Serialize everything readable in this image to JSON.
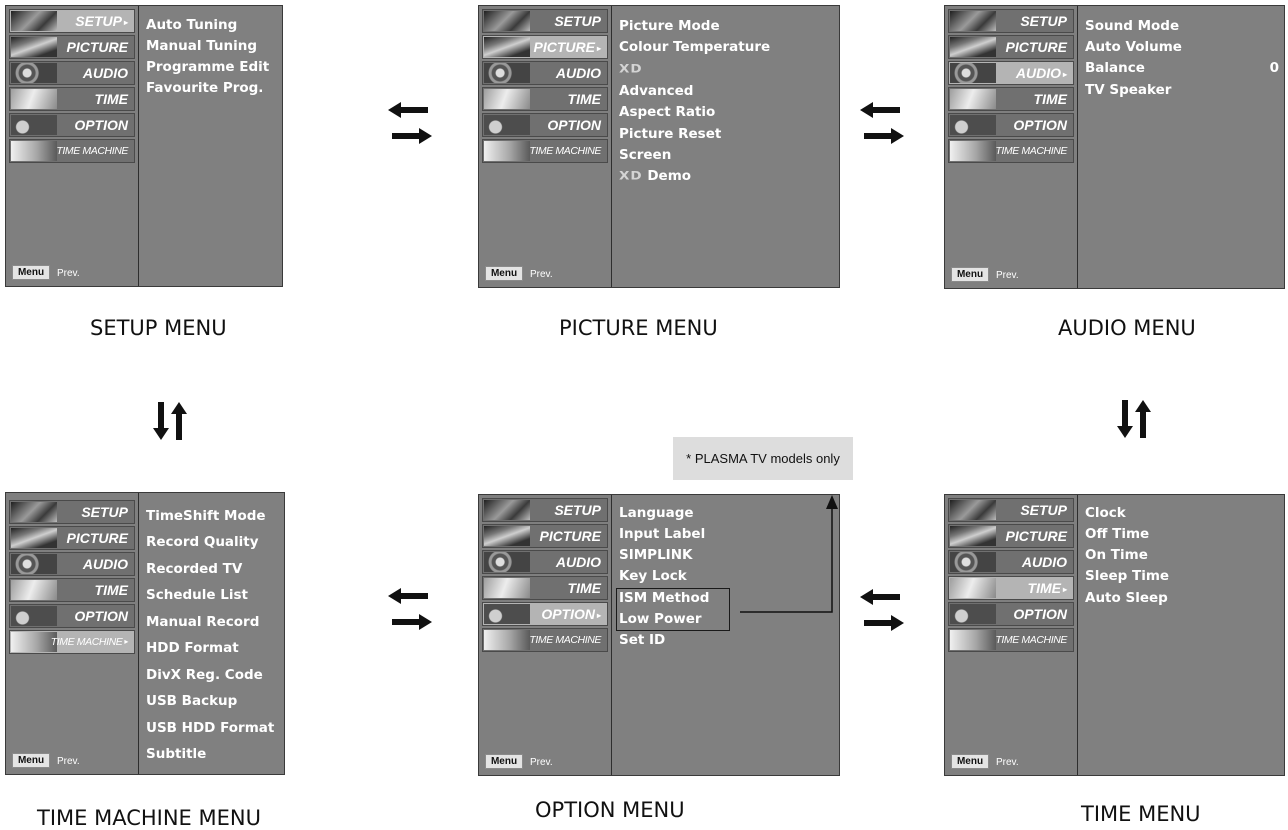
{
  "sidebar_labels": {
    "setup": "SETUP",
    "picture": "PICTURE",
    "audio": "AUDIO",
    "time": "TIME",
    "option": "OPTION",
    "time_machine": "TIME MACHINE"
  },
  "selected_marker": "▸",
  "menu_button": "Menu",
  "prev_label": "Prev.",
  "setup_menu": {
    "caption": "SETUP MENU",
    "selected": "setup",
    "items": [
      "Auto Tuning",
      "Manual Tuning",
      "Programme Edit",
      "Favourite Prog."
    ]
  },
  "picture_menu": {
    "caption": "PICTURE MENU",
    "selected": "picture",
    "items": [
      "Picture Mode",
      "Colour Temperature",
      "XD",
      "Advanced",
      "Aspect Ratio",
      "Picture Reset",
      "Screen",
      "XD Demo"
    ],
    "xd_mark": "XD",
    "xd_demo_suffix": "Demo"
  },
  "audio_menu": {
    "caption": "AUDIO MENU",
    "selected": "audio",
    "items": [
      "Sound Mode",
      "Auto Volume",
      "Balance",
      "TV Speaker"
    ],
    "balance_value": "0"
  },
  "time_machine_menu": {
    "caption": "TIME MACHINE MENU",
    "selected": "time_machine",
    "items": [
      "TimeShift Mode",
      "Record Quality",
      "Recorded TV",
      "Schedule List",
      "Manual Record",
      "HDD Format",
      "DivX Reg. Code",
      "USB Backup",
      "USB HDD Format",
      "Subtitle"
    ]
  },
  "option_menu": {
    "caption": "OPTION MENU",
    "selected": "option",
    "items": [
      "Language",
      "Input Label",
      "SIMPLINK",
      "Key Lock",
      "ISM Method",
      "Low Power",
      "Set ID"
    ]
  },
  "time_menu": {
    "caption": "TIME MENU",
    "selected": "time",
    "items": [
      "Clock",
      "Off Time",
      "On Time",
      "Sleep Time",
      "Auto Sleep"
    ]
  },
  "plasma_note": "* PLASMA TV models only",
  "icons": [
    "left-right-arrows-icon",
    "up-down-arrows-icon",
    "pointer-arrow-icon"
  ]
}
